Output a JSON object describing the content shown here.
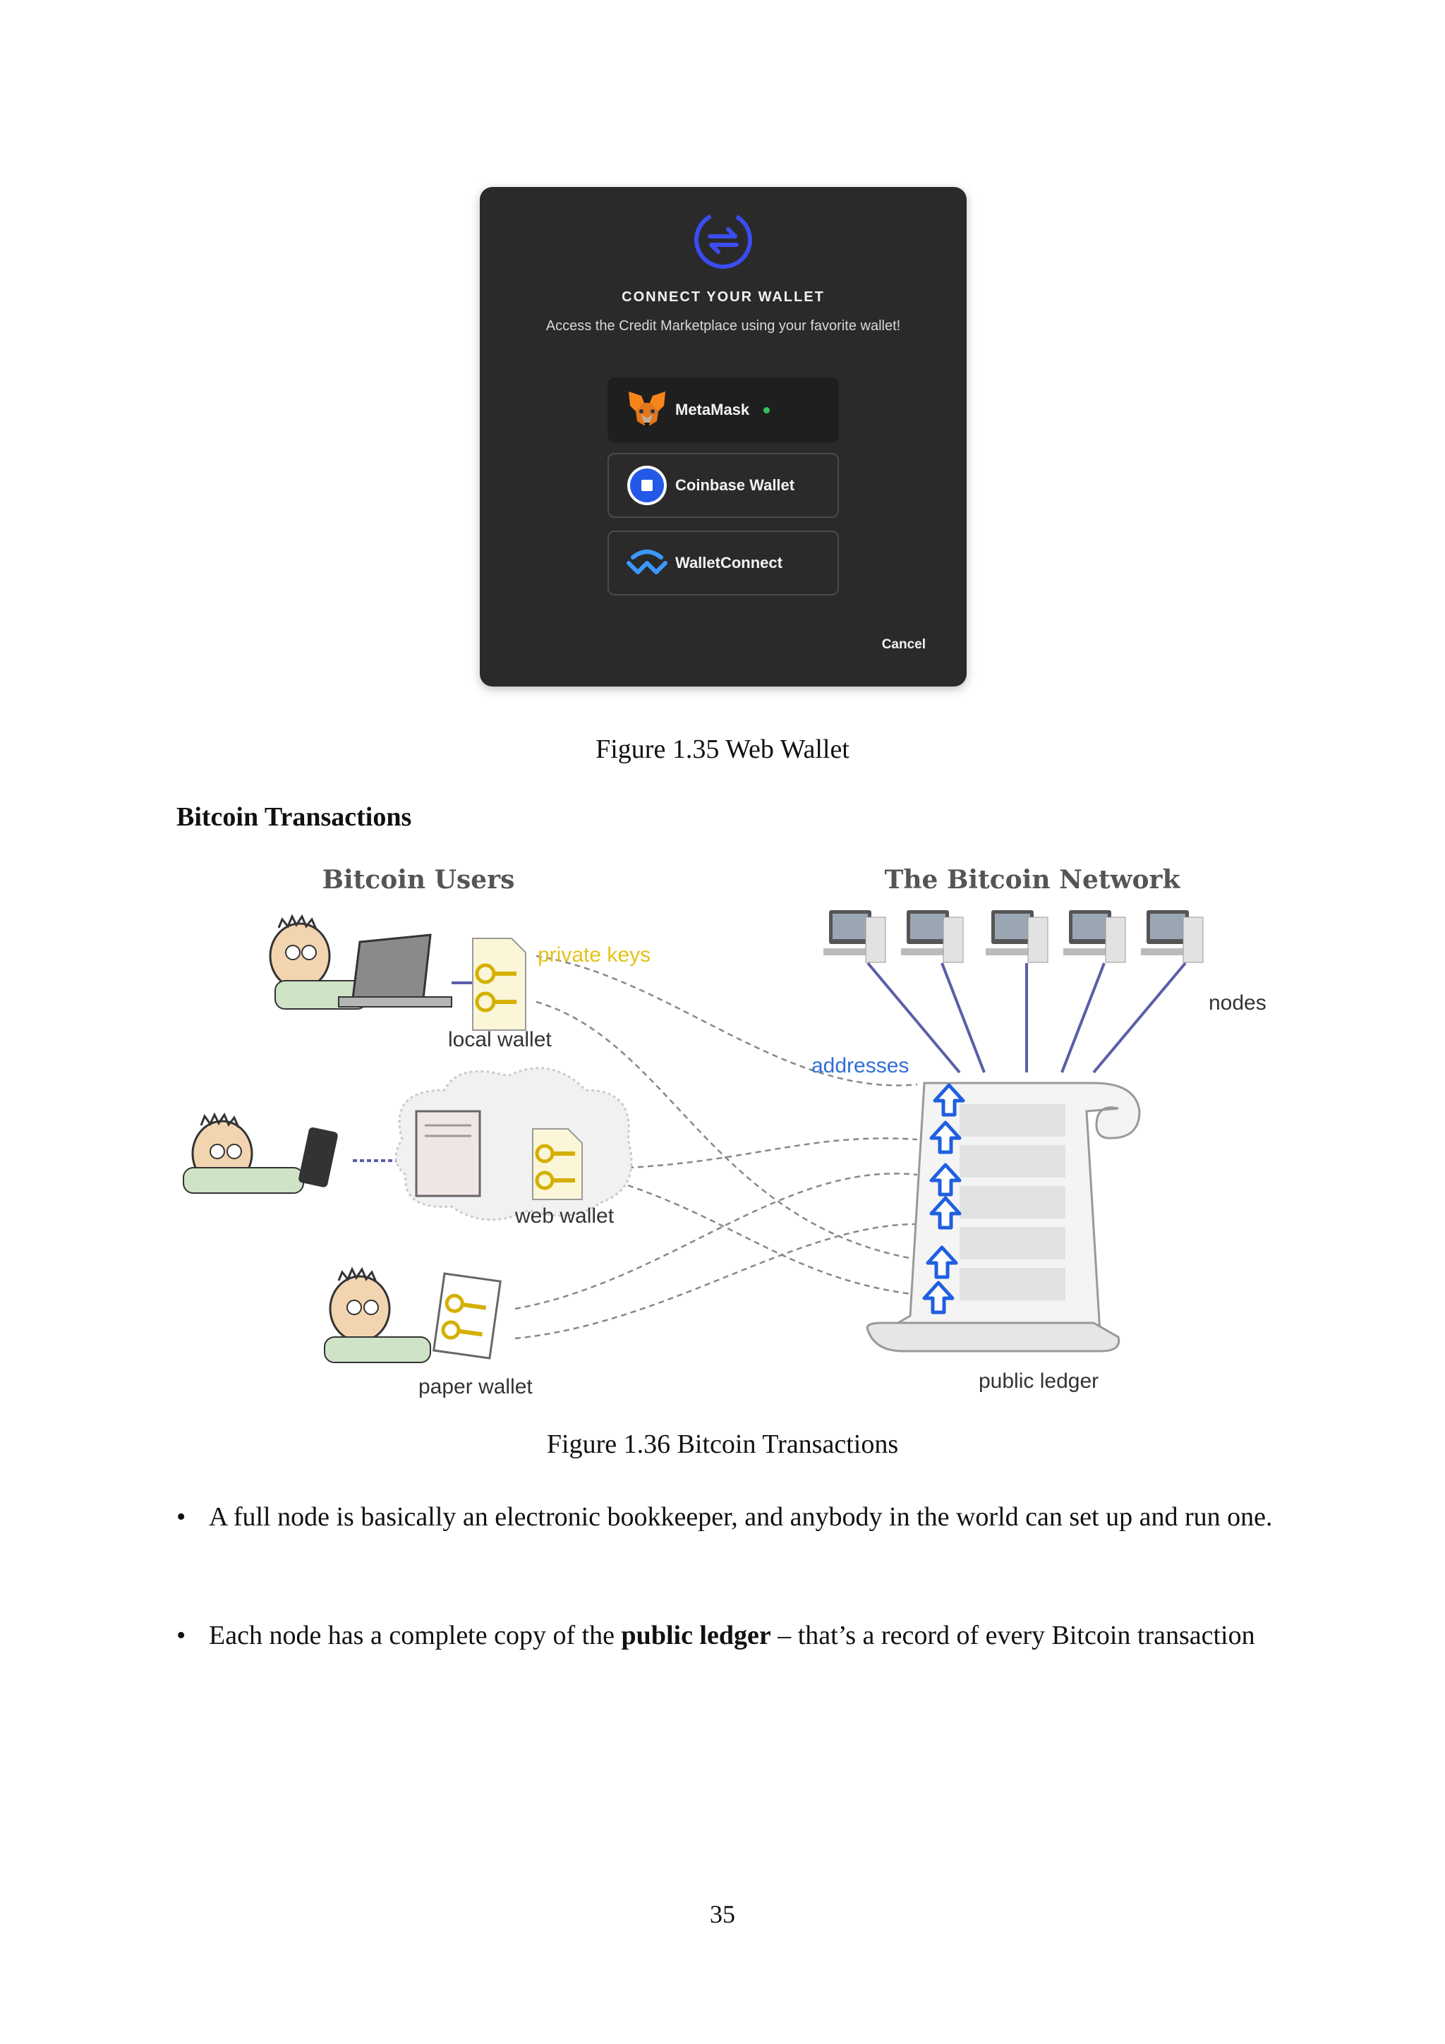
{
  "wallet_modal": {
    "title": "CONNECT YOUR WALLET",
    "subtitle": "Access the Credit Marketplace using your favorite wallet!",
    "options": [
      {
        "label": "MetaMask",
        "icon": "metamask-fox-icon",
        "status_dot_color": "#33c15a"
      },
      {
        "label": "Coinbase Wallet",
        "icon": "coinbase-icon"
      },
      {
        "label": "WalletConnect",
        "icon": "walletconnect-icon"
      }
    ],
    "cancel_label": "Cancel",
    "accent_color": "#3b4cf0"
  },
  "figure1_caption": "Figure 1.35 Web Wallet",
  "section_heading": "Bitcoin Transactions",
  "diagram": {
    "left_title": "Bitcoin Users",
    "right_title": "The Bitcoin Network",
    "labels": {
      "private_keys": "private keys",
      "local_wallet": "local wallet",
      "web_wallet": "web wallet",
      "paper_wallet": "paper wallet",
      "addresses": "addresses",
      "nodes": "nodes",
      "public_ledger": "public ledger"
    },
    "colors": {
      "private_keys": "#e3c21a",
      "addresses": "#2f6fd6",
      "arrows": "#1f5fe0",
      "node_links": "#5b5ea8"
    }
  },
  "figure2_caption": "Figure 1.36 Bitcoin Transactions",
  "bullets": [
    {
      "bullet": "•",
      "parts": [
        "A full node is basically an electronic bookkeeper, and anybody in the world can set up and run one."
      ]
    },
    {
      "bullet": "•",
      "before": "Each node has a complete copy of the ",
      "bold": "public ledger",
      "after": " – that’s a record of every Bitcoin transaction"
    }
  ],
  "page_number": "35"
}
